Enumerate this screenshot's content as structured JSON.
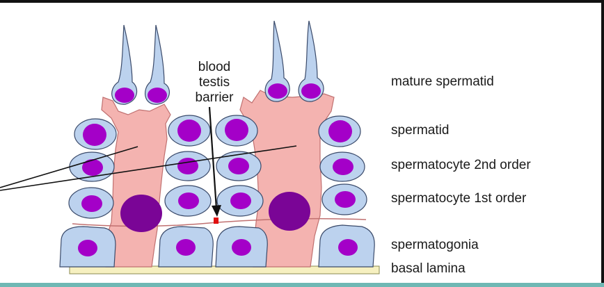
{
  "diagram": {
    "barrier_label": [
      "blood",
      "testis",
      "barrier"
    ],
    "stages": [
      {
        "key": "mature-spermatid",
        "label": "mature spermatid"
      },
      {
        "key": "spermatid",
        "label": "spermatid"
      },
      {
        "key": "spermatocyte-2nd-order",
        "label": "spermatocyte 2nd order"
      },
      {
        "key": "spermatocyte-1st-order",
        "label": "spermatocyte 1st order"
      },
      {
        "key": "spermatogonia",
        "label": "spermatogonia"
      },
      {
        "key": "basal-lamina",
        "label": "basal lamina"
      }
    ],
    "colors": {
      "sertoli_cell": "#f4b3b0",
      "germ_cell": "#bcd2ee",
      "nucleus": "#a400c8",
      "sertoli_nucleus": "#7a0596",
      "basal_lamina": "#f6f0c0",
      "barrier_marker": "#e01010"
    }
  }
}
